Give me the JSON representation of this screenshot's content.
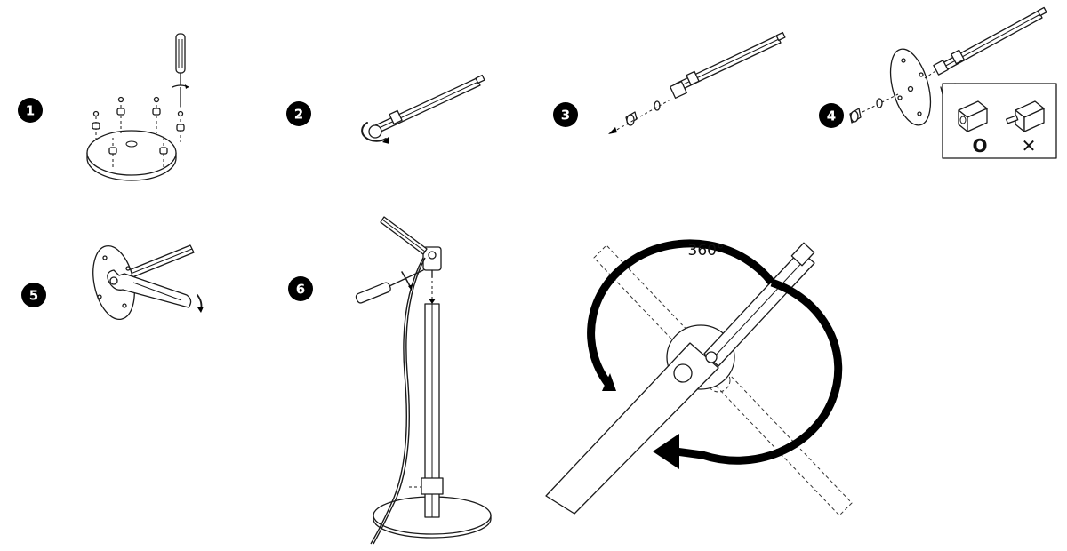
{
  "colors": {
    "ink": "#1a1a1a",
    "badge": "#000000",
    "paper": "#ffffff"
  },
  "steps": [
    {
      "number": "1",
      "icon": "screwdriver-icon"
    },
    {
      "number": "2",
      "icon": "rotate-arrow-icon"
    },
    {
      "number": "3",
      "icon": "dashed-arrow-icon"
    },
    {
      "number": "4",
      "icon": "connector-icon"
    },
    {
      "number": "5",
      "icon": "wrench-icon"
    },
    {
      "number": "6",
      "icon": "screwdriver-icon"
    }
  ],
  "detail": {
    "correct_mark": "O",
    "wrong_mark": "✕"
  },
  "rotation": {
    "label": "360°"
  }
}
